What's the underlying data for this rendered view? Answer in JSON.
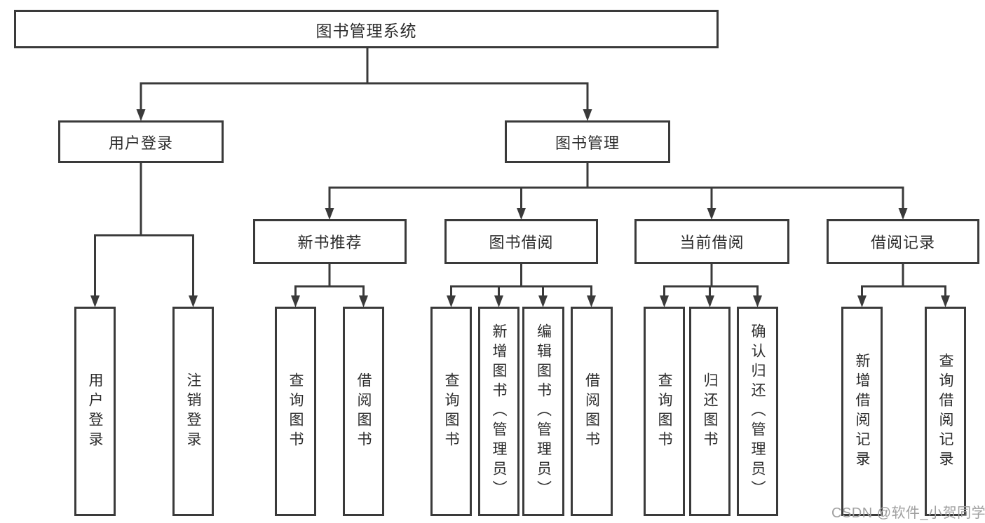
{
  "tree": {
    "root": {
      "label": "图书管理系统"
    },
    "branches": [
      {
        "label": "用户登录",
        "children": [
          {
            "label": "用户登录"
          },
          {
            "label": "注销登录"
          }
        ]
      },
      {
        "label": "图书管理",
        "children": [
          {
            "label": "新书推荐",
            "children": [
              {
                "label": "查询图书"
              },
              {
                "label": "借阅图书"
              }
            ]
          },
          {
            "label": "图书借阅",
            "children": [
              {
                "label": "查询图书"
              },
              {
                "label": "新增图书（管理员）"
              },
              {
                "label": "编辑图书（管理员）"
              },
              {
                "label": "借阅图书"
              }
            ]
          },
          {
            "label": "当前借阅",
            "children": [
              {
                "label": "查询图书"
              },
              {
                "label": "归还图书"
              },
              {
                "label": "确认归还（管理员）"
              }
            ]
          },
          {
            "label": "借阅记录",
            "children": [
              {
                "label": "新增借阅记录"
              },
              {
                "label": "查询借阅记录"
              }
            ]
          }
        ]
      }
    ]
  },
  "watermark": {
    "text": "CSDN @软件_小贺同学"
  },
  "colors": {
    "line": "#3a3a3a",
    "text": "#2d2d2d",
    "background": "#ffffff",
    "watermark": "#a0a0a0"
  }
}
